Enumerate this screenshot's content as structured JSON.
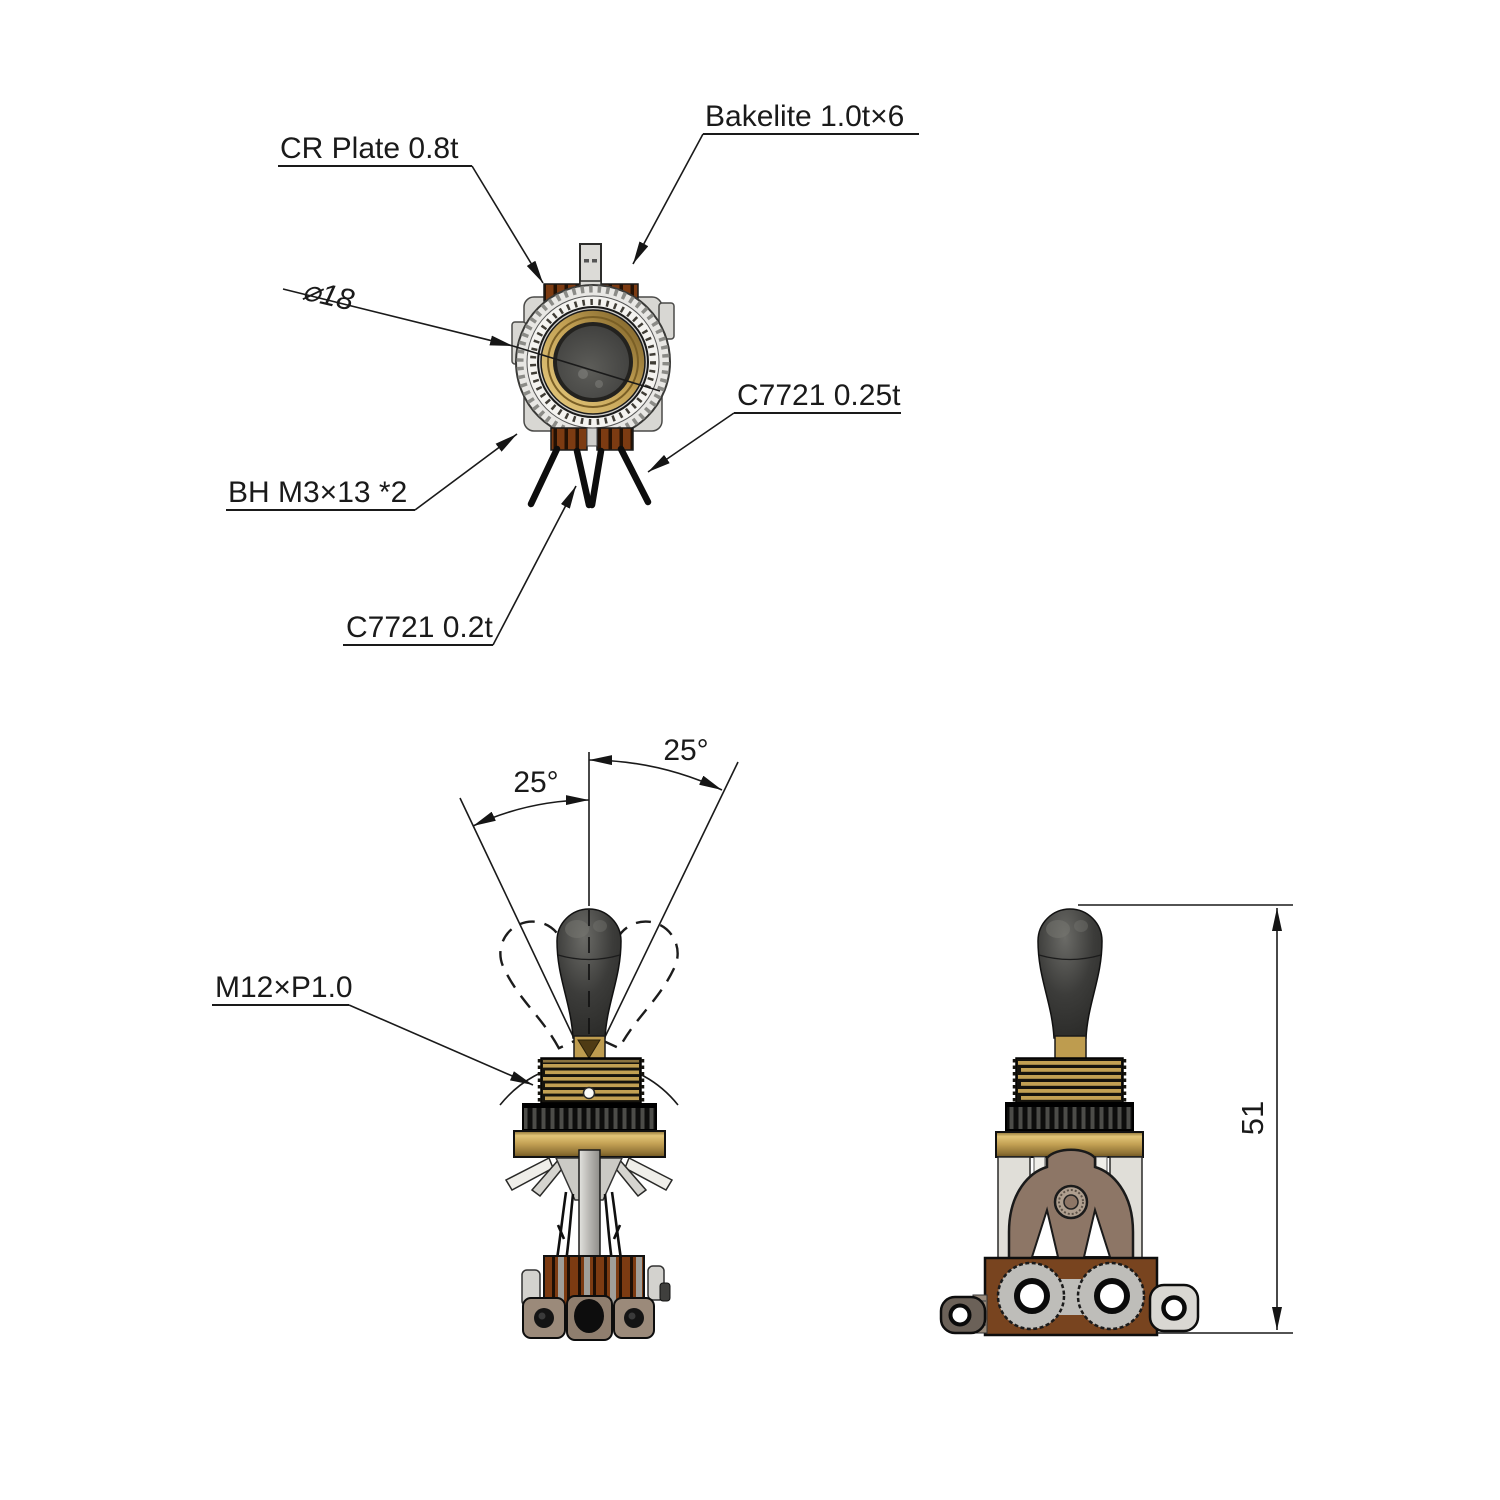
{
  "title": "toggle-switch-technical-drawing",
  "labels": {
    "cr_plate": "CR Plate 0.8t",
    "bakelite": "Bakelite 1.0t×6",
    "diameter": "⌀18",
    "c7721_025": "C7721 0.25t",
    "bh_screw": "BH M3×13 *2",
    "c7721_02": "C7721 0.2t",
    "angle_left": "25°",
    "angle_right": "25°",
    "thread": "M12×P1.0",
    "height_dim": "51"
  },
  "colors": {
    "line_black": "#1a1a1a",
    "brass": "#C2A053",
    "brass_light": "#E7CB80",
    "brass_dark": "#6F5520",
    "bakelite_brown": "#7C3B12",
    "body_brown": "#78441F",
    "rocker_taupe": "#8D7666",
    "knob_gray": "#3C3C3C",
    "metal_light": "#E0DED8",
    "metal_mid": "#BEBDB9"
  }
}
